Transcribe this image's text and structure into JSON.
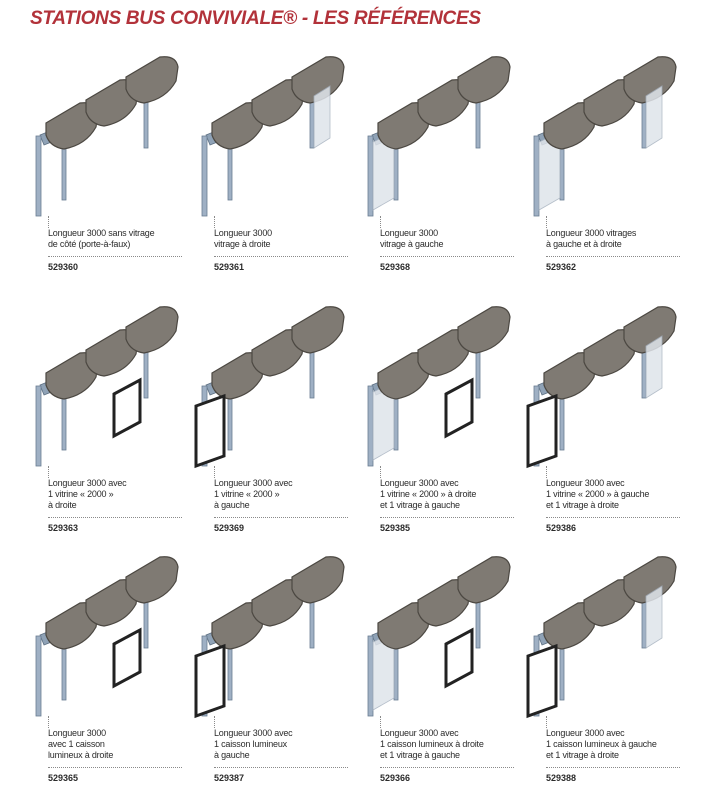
{
  "title": "STATIONS BUS CONVIVIALE® - LES RÉFÉRENCES",
  "items": [
    {
      "lines": [
        "Longueur 3000 sans vitrage",
        "de côté (porte-à-faux)"
      ],
      "ref": "529360",
      "left_glass": false,
      "right_glass": false,
      "panel": "none"
    },
    {
      "lines": [
        "Longueur 3000",
        "vitrage à droite"
      ],
      "ref": "529361",
      "left_glass": false,
      "right_glass": true,
      "panel": "none"
    },
    {
      "lines": [
        "Longueur 3000",
        "vitrage à gauche"
      ],
      "ref": "529368",
      "left_glass": true,
      "right_glass": false,
      "panel": "none"
    },
    {
      "lines": [
        "Longueur 3000 vitrages",
        "à gauche et à droite"
      ],
      "ref": "529362",
      "left_glass": true,
      "right_glass": true,
      "panel": "none"
    },
    {
      "lines": [
        "Longueur 3000 avec",
        "1 vitrine « 2000 »",
        "à droite"
      ],
      "ref": "529363",
      "left_glass": false,
      "right_glass": false,
      "panel": "right"
    },
    {
      "lines": [
        "Longueur 3000 avec",
        "1 vitrine « 2000 »",
        "à gauche"
      ],
      "ref": "529369",
      "left_glass": false,
      "right_glass": false,
      "panel": "left"
    },
    {
      "lines": [
        "Longueur 3000 avec",
        "1 vitrine « 2000 » à droite",
        "et 1 vitrage à gauche"
      ],
      "ref": "529385",
      "left_glass": true,
      "right_glass": false,
      "panel": "right"
    },
    {
      "lines": [
        "Longueur 3000 avec",
        "1 vitrine « 2000 » à gauche",
        "et 1 vitrage à droite"
      ],
      "ref": "529386",
      "left_glass": false,
      "right_glass": true,
      "panel": "left"
    },
    {
      "lines": [
        "Longueur 3000",
        "avec 1 caisson",
        "lumineux à droite"
      ],
      "ref": "529365",
      "left_glass": false,
      "right_glass": false,
      "panel": "right"
    },
    {
      "lines": [
        "Longueur 3000 avec",
        "1 caisson lumineux",
        "à gauche"
      ],
      "ref": "529387",
      "left_glass": false,
      "right_glass": false,
      "panel": "left"
    },
    {
      "lines": [
        "Longueur 3000 avec",
        "1 caisson lumineux à droite",
        "et 1 vitrage à gauche"
      ],
      "ref": "529366",
      "left_glass": true,
      "right_glass": false,
      "panel": "right"
    },
    {
      "lines": [
        "Longueur 3000 avec",
        "1 caisson lumineux à gauche",
        "et 1 vitrage à droite"
      ],
      "ref": "529388",
      "left_glass": false,
      "right_glass": true,
      "panel": "left"
    }
  ]
}
